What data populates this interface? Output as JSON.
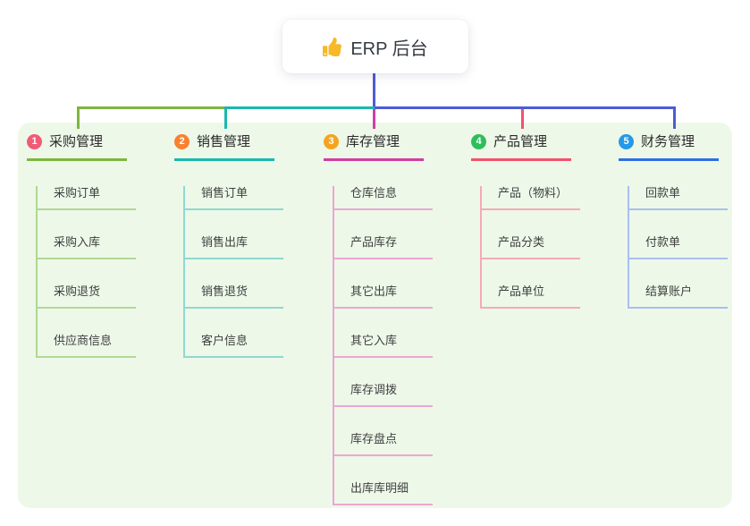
{
  "root": {
    "title": "ERP 后台",
    "icon": "thumbs-up-icon"
  },
  "colors": {
    "canvas_bg": "#ffffff",
    "panel_bg": "#edf8e9",
    "root_text": "#363b42",
    "title_text": "#2b2b2b",
    "child_text": "#3f3f3f",
    "thumb_icon": "#f7b928"
  },
  "connectors": {
    "root_stem": "#4f5bd5",
    "bus_left": "#7db63f",
    "bus_mid": "#18b9ae",
    "bus_right": "#4f5bd5",
    "drop_1": "#7db63f",
    "drop_2": "#18b9ae",
    "drop_3": "#d43da4",
    "drop_4": "#f4516c",
    "drop_5": "#4f5bd5"
  },
  "branches": [
    {
      "badge": "1",
      "label": "采购管理",
      "colors": {
        "badge": "#f15b76",
        "line": "#7db63f",
        "line_light": "#b2d894"
      },
      "children": [
        "采购订单",
        "采购入库",
        "采购退货",
        "供应商信息"
      ]
    },
    {
      "badge": "2",
      "label": "销售管理",
      "colors": {
        "badge": "#f8812f",
        "line": "#18b9ae",
        "line_light": "#8fd8cf"
      },
      "children": [
        "销售订单",
        "销售出库",
        "销售退货",
        "客户信息"
      ]
    },
    {
      "badge": "3",
      "label": "库存管理",
      "colors": {
        "badge": "#f6a41f",
        "line": "#d03da0",
        "line_light": "#eda6d2"
      },
      "children": [
        "仓库信息",
        "产品库存",
        "其它出库",
        "其它入库",
        "库存调拨",
        "库存盘点",
        "出库库明细"
      ]
    },
    {
      "badge": "4",
      "label": "产品管理",
      "colors": {
        "badge": "#2fbd5c",
        "line": "#f4516c",
        "line_light": "#f6aab6"
      },
      "children": [
        "产品（物料）",
        "产品分类",
        "产品单位"
      ]
    },
    {
      "badge": "5",
      "label": "财务管理",
      "colors": {
        "badge": "#2499e8",
        "line": "#2e6fe4",
        "line_light": "#a9bfee"
      },
      "children": [
        "回款单",
        "付款单",
        "结算账户"
      ]
    }
  ]
}
